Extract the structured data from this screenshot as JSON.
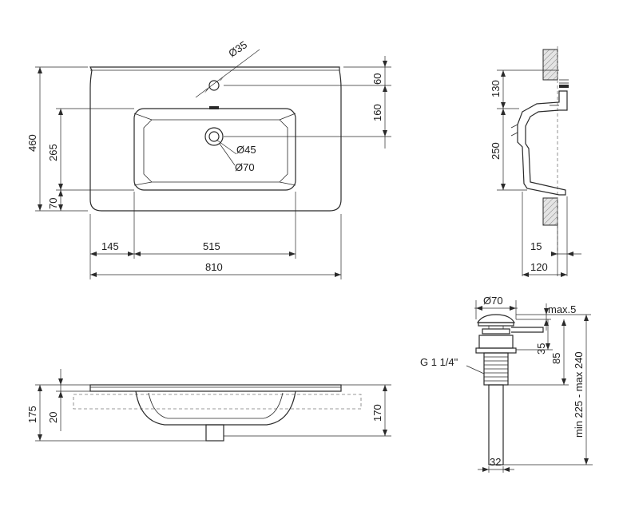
{
  "top_view": {
    "dim_tap_hole": "Ø35",
    "dim_overall_depth": "460",
    "dim_tap_offset": "60",
    "dim_bowl_top": "265",
    "dim_drain_offset": "160",
    "dim_front_offset": "70",
    "dim_drain_hole": "Ø45",
    "dim_drain_ring": "Ø70",
    "dim_left_offset": "145",
    "dim_bowl_width": "515",
    "dim_overall_width": "810"
  },
  "side_view": {
    "dim_top": "130",
    "dim_bowl_height": "250",
    "dim_rim": "15",
    "dim_depth": "120"
  },
  "front_view": {
    "dim_total_height": "175",
    "dim_rim_height": "20",
    "dim_right_height": "170"
  },
  "drain_view": {
    "dim_cap": "Ø70",
    "dim_max_gap": "max.5",
    "dim_cap_height": "35",
    "dim_body_height": "85",
    "dim_range": "min 225 - max 240",
    "dim_thread": "G 1 1/4\"",
    "dim_pipe": "32"
  }
}
